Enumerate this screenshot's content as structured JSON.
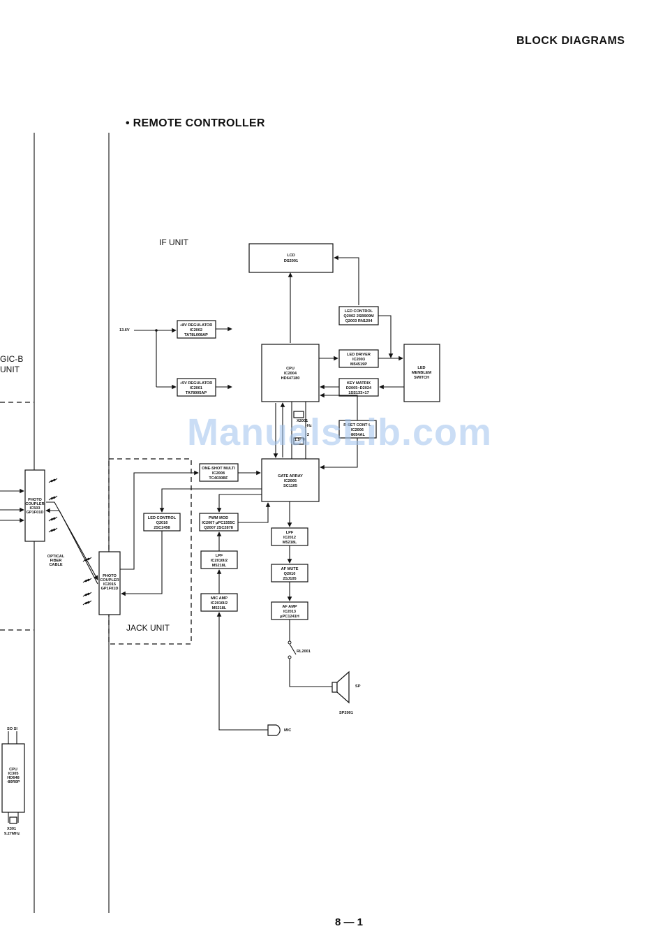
{
  "header": {
    "title": "BLOCK DIAGRAMS",
    "section": "• REMOTE CONTROLLER",
    "page_number": "8 — 1"
  },
  "watermark": "ManualsLib.com",
  "units": {
    "if_unit": "IF UNIT",
    "jack_unit": "JACK UNIT",
    "logic_b_1": "GIC-B",
    "logic_b_2": "UNIT"
  },
  "labels": {
    "voltage_in": "13.6V",
    "optical_1": "OPTICAL",
    "optical_2": "FIBER",
    "optical_3": "CABLE",
    "relay": "RL2001",
    "speaker": "SP",
    "speaker_ref": "SP2001",
    "mic": "MIC",
    "so_si": "SO  SI",
    "x301_1": "X301",
    "x301_2": "9.27MHz",
    "x2001_1": "X2001",
    "x2001_2": "·Hz",
    "x2002_1": "·2",
    "x2002_2": "1.5· ·H"
  },
  "blocks": {
    "lcd": [
      "LCD",
      "DS2001"
    ],
    "led_control_top": [
      "LED CONTROL",
      "Q2002 2SB909M",
      "Q2003 RN1204"
    ],
    "reg8": [
      "+8V REGULATOR",
      "IC2002",
      "TA78L008AP"
    ],
    "reg5": [
      "+5V REGULATOR",
      "IC2001",
      "TA78005AP"
    ],
    "cpu": [
      "CPU",
      "IC2004",
      "HD647180"
    ],
    "led_driver": [
      "LED DRIVER",
      "IC2003",
      "M54519P"
    ],
    "key_matrix": [
      "KEY MATRIX",
      "D2005~D2024",
      "1SS133×17"
    ],
    "led_switch": [
      "LED",
      "MENBLEM",
      "SWITCH"
    ],
    "reset": [
      "R·SET CONT·L",
      "IC2006",
      "·8054AL"
    ],
    "one_shot": [
      "ONE-SHOT MULTI",
      "IC2008",
      "TC4030BF"
    ],
    "gate_array": [
      "GATE ARRAY",
      "IC2005",
      "SC1105"
    ],
    "led_ctrl_jack": [
      "LED CONTROL",
      "Q2016",
      "2SC2458"
    ],
    "pwm": [
      "PWM MOD",
      "IC2007 μPC1555C",
      "Q2007 2SC2878"
    ],
    "lpf_right": [
      "LPF",
      "IC2012",
      "M5218L"
    ],
    "lpf_left": [
      "LPF",
      "IC2010l/2",
      "M5218L"
    ],
    "af_mute": [
      "AF MUTE",
      "Q2010",
      "2SJ105"
    ],
    "mic_amp": [
      "MIC AMP",
      "IC2010l/2",
      "M5218L"
    ],
    "af_amp": [
      "AF AMP",
      "IC2013",
      "μPC1241H"
    ],
    "photo_left": [
      "PHOTO",
      "COUPLER",
      "IC503",
      "GP1F01D"
    ],
    "photo_jack": [
      "PHOTO",
      "COUPLER",
      "IC2015",
      "GP1F01D"
    ],
    "cpu_left": [
      "CPU",
      "IC305",
      "HD648",
      "·80R0P"
    ]
  }
}
